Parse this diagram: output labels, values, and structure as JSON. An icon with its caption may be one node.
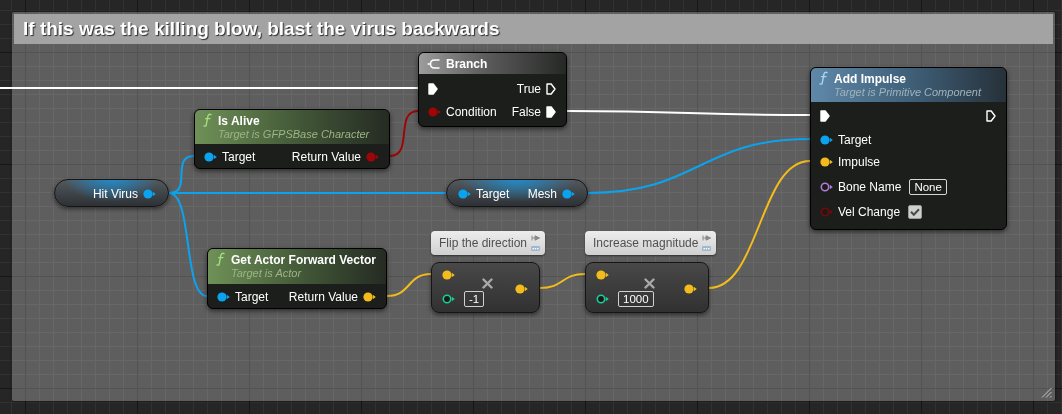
{
  "diagram": {
    "nodes": [
      {
        "text": [
          "If this was the killing blow, blast the virus backwards"
        ]
      },
      {
        "text": [
          "Branch",
          "True",
          "Condition",
          "False"
        ],
        "in": 0
      },
      {
        "text": [
          "Add Impulse",
          "Target is Primitive Component",
          "Target",
          "Impulse",
          "Bone Name",
          "None",
          "Vel Change"
        ],
        "in": 0
      },
      {
        "text": [
          "Is Alive",
          "Target is GFPSBase Character",
          "Target",
          "Return Value"
        ],
        "in": 0
      },
      {
        "text": [
          "Hit Virus"
        ],
        "in": 0
      },
      {
        "text": [
          "Target",
          "Mesh"
        ],
        "in": 0
      },
      {
        "text": [
          "Get Actor Forward Vector",
          "Target is Actor",
          "Target",
          "Return Value"
        ],
        "in": 0
      },
      {
        "text": [
          "-1"
        ],
        "beside": [
          "Flip the direction"
        ],
        "in": 0
      },
      {
        "text": [
          "1000"
        ],
        "beside": [
          "Increase magnitude"
        ],
        "in": 0
      }
    ],
    "edges": [
      {
        "from": null,
        "to": 1,
        "arrow": "none",
        "color": "#ffffff"
      },
      {
        "from": 1,
        "to": 2,
        "arrow": "none",
        "color": "#ffffff"
      },
      {
        "from": 3,
        "to": 1,
        "arrow": "none",
        "color": "#9e0505"
      },
      {
        "from": 4,
        "to": 3,
        "arrow": "none"
      },
      {
        "from": 4,
        "to": 5,
        "arrow": "none"
      },
      {
        "from": 4,
        "to": 6,
        "arrow": "none"
      },
      {
        "from": 5,
        "to": 2,
        "arrow": "none"
      },
      {
        "from": 6,
        "to": 7,
        "arrow": "none",
        "color": "#f3bc1c"
      },
      {
        "from": 7,
        "to": 8,
        "arrow": "none",
        "color": "#f3bc1c"
      },
      {
        "from": 8,
        "to": 2,
        "arrow": "none",
        "color": "#f3bc1c"
      }
    ]
  }
}
